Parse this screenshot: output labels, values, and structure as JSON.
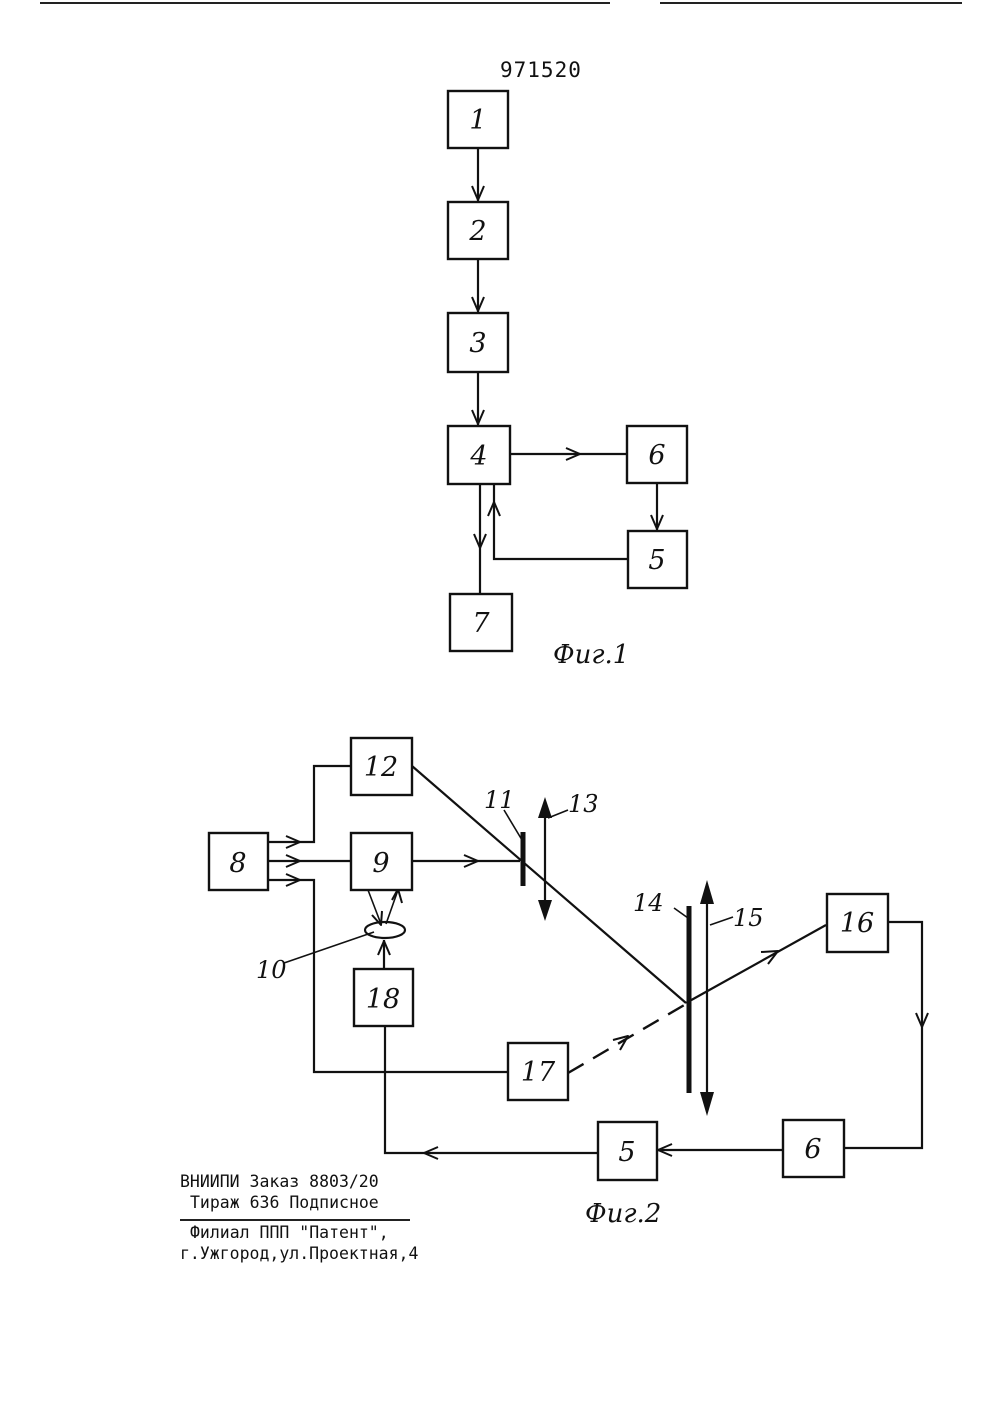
{
  "document_number": "971520",
  "figure1": {
    "caption": "Фиг.1",
    "blocks": [
      {
        "id": "b1",
        "label": "1"
      },
      {
        "id": "b2",
        "label": "2"
      },
      {
        "id": "b3",
        "label": "3"
      },
      {
        "id": "b4",
        "label": "4"
      },
      {
        "id": "b6",
        "label": "6"
      },
      {
        "id": "b5",
        "label": "5"
      },
      {
        "id": "b7",
        "label": "7"
      }
    ]
  },
  "figure2": {
    "caption": "Фиг.2",
    "blocks": [
      {
        "id": "c8",
        "label": "8"
      },
      {
        "id": "c12",
        "label": "12"
      },
      {
        "id": "c9",
        "label": "9"
      },
      {
        "id": "c18",
        "label": "18"
      },
      {
        "id": "c17",
        "label": "17"
      },
      {
        "id": "c16",
        "label": "16"
      },
      {
        "id": "c6",
        "label": "6"
      },
      {
        "id": "c5",
        "label": "5"
      }
    ],
    "reference_labels": {
      "r10": "10",
      "r11": "11",
      "r13": "13",
      "r14": "14",
      "r15": "15"
    }
  },
  "imprint": {
    "line1": "ВНИИПИ Заказ 8803/20",
    "line2": "Тираж 636 Подписное",
    "line3": "Филиал ППП \"Патент\",",
    "line4": "г.Ужгород,ул.Проектная,4"
  }
}
